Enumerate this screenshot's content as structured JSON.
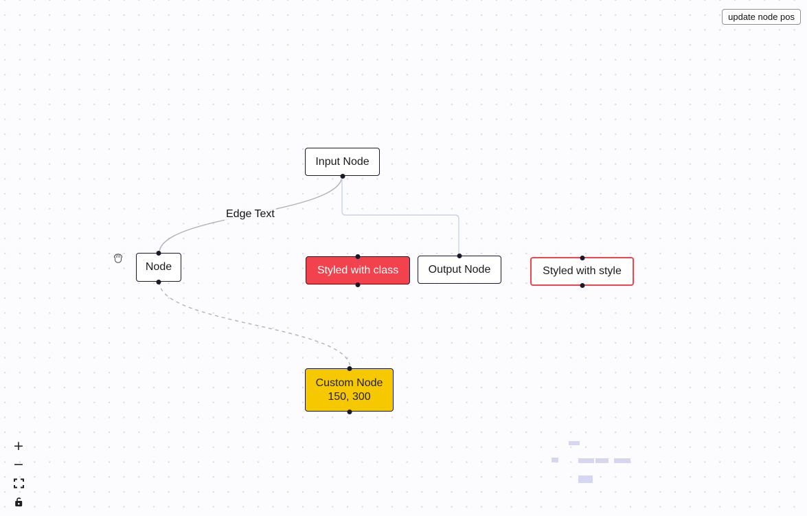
{
  "header": {
    "update_button_label": "update node pos"
  },
  "canvas": {
    "nodes": [
      {
        "id": "1",
        "type": "input",
        "label": "Input Node"
      },
      {
        "id": "2",
        "type": "default",
        "label": "Node"
      },
      {
        "id": "3",
        "type": "default",
        "label": "Styled with class"
      },
      {
        "id": "4",
        "type": "output",
        "label": "Output Node"
      },
      {
        "id": "5",
        "type": "default",
        "label": "Styled with style"
      },
      {
        "id": "6",
        "type": "custom",
        "label": "Custom Node",
        "sublabel": "150, 300"
      }
    ],
    "edges": [
      {
        "source": "Input Node",
        "target": "Node",
        "label": "Edge Text",
        "style": "bezier"
      },
      {
        "source": "Input Node",
        "target": "Output Node",
        "label": "",
        "style": "smoothstep"
      },
      {
        "source": "Node",
        "target": "Custom Node",
        "label": "",
        "style": "bezier-dashed"
      }
    ]
  },
  "controls": {
    "items": [
      {
        "icon": "plus-icon",
        "glyph": "+"
      },
      {
        "icon": "minus-icon",
        "glyph": "−"
      },
      {
        "icon": "fit-view-icon"
      },
      {
        "icon": "lock-icon"
      }
    ]
  },
  "minimap": {
    "node_color": "#d6d6f2"
  },
  "colors": {
    "background": "#fcfcff",
    "dot_grid": "#d8d8ea",
    "node_border": "#1a192b",
    "styled_class_bg": "#f1424d",
    "styled_style_border": "#f1424d",
    "custom_node_bg": "#f6c800",
    "edge_default": "#b1b1b7",
    "edge_step": "#ccd1ec"
  }
}
